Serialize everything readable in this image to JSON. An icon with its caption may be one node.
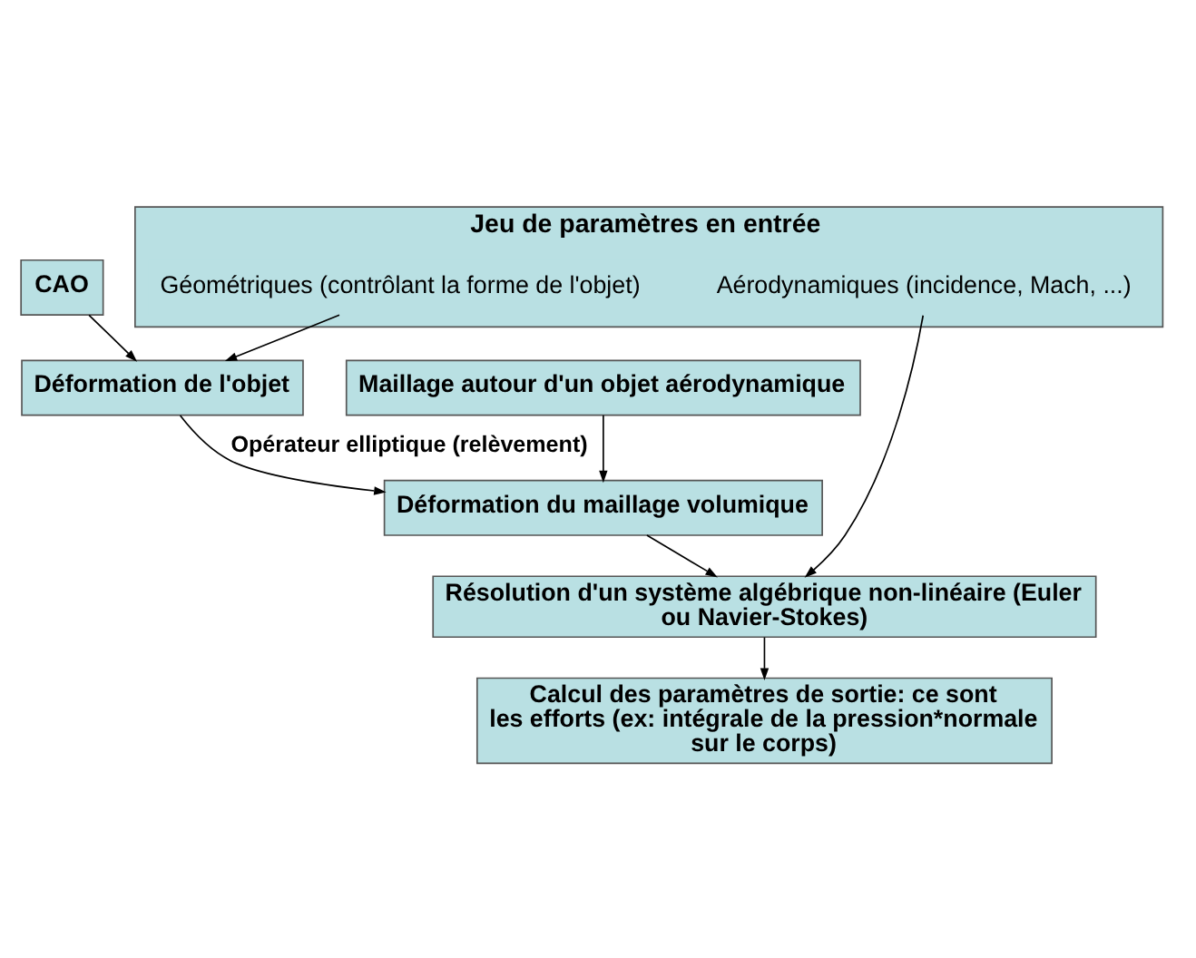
{
  "diagram": {
    "nodes": [
      {
        "text": [
          "Maillage autour d'un objet aérodynamique"
        ]
      },
      {
        "text": [
          "Jeu de paramètres en entrée"
        ]
      },
      {
        "text": [
          "Aérodynamiques (incidence, Mach, ...)"
        ],
        "in": 1
      },
      {
        "text": [
          "Géométriques (contrôlant la forme de l'objet)"
        ],
        "in": 1
      },
      {
        "text": [
          "Déformation de l'objet"
        ]
      },
      {
        "text": [
          "CAO"
        ]
      },
      {
        "text": [
          "Déformation du maillage volumique"
        ]
      },
      {
        "text": [
          "Résolution d'un système algébrique non-linéaire (Euler ou Navier-Stokes)"
        ]
      },
      {
        "text": [
          "Calcul des paramètres de sortie: ce sont les efforts (ex: intégrale de la pression*normale sur le corps)"
        ]
      }
    ],
    "edges": [
      {
        "from": 0,
        "to": 6,
        "arrow": "to"
      },
      {
        "from": 3,
        "to": 4,
        "arrow": "to"
      },
      {
        "from": 5,
        "to": 4,
        "arrow": "to"
      },
      {
        "from": 4,
        "to": 6,
        "arrow": "to",
        "label": "Opérateur elliptique (relèvement)"
      },
      {
        "from": 2,
        "to": 7,
        "arrow": "to"
      },
      {
        "from": 6,
        "to": 7,
        "arrow": "to"
      },
      {
        "from": 7,
        "to": 8,
        "arrow": "to"
      }
    ]
  }
}
